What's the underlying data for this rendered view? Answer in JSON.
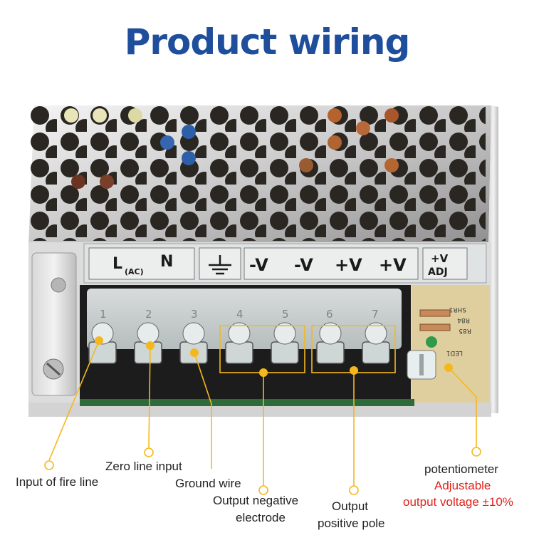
{
  "title": "Product wiring",
  "panel": {
    "input_l": "L",
    "input_ac": "(AC)",
    "input_n": "N",
    "v1": "-V",
    "v2": "-V",
    "v3": "+V",
    "v4": "+V",
    "adj_top": "+V",
    "adj_bottom": "ADJ"
  },
  "terminal_numbers": [
    "1",
    "2",
    "3",
    "4",
    "5",
    "6",
    "7"
  ],
  "pcb_labels": {
    "shr": "SHR1",
    "r84": "R84",
    "r85": "R85",
    "led": "LED1"
  },
  "labels": {
    "fire_line": "Input of fire line",
    "zero_line": "Zero line input",
    "ground": "Ground wire",
    "neg_line1": "Output  negative",
    "neg_line2": "electrode",
    "pos_line1": "Output",
    "pos_line2": "positive pole",
    "pot_line1": "potentiometer",
    "pot_line2": "Adjustable",
    "pot_line3": "output voltage ±10%"
  },
  "colors": {
    "title": "#1f4f9c",
    "accent": "#f5b81c",
    "alert": "#e32019"
  }
}
